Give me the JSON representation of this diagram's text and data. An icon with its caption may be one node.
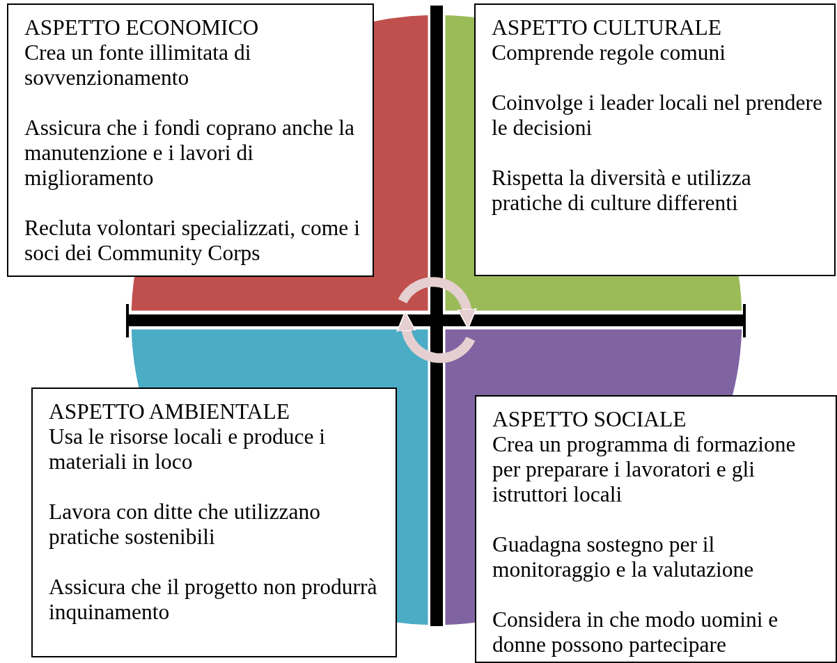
{
  "diagram": {
    "nodes": [
      {
        "text": [
          "ASPETTO ECONOMICO",
          "Crea un fonte illimitata di sovvenzionamento",
          "Assicura che i fondi coprano anche la manutenzione e i lavori di miglioramento",
          "Recluta volontari specializzati, come i soci dei Community Corps"
        ]
      },
      {
        "text": [
          "ASPETTO CULTURALE",
          "Comprende  regole comuni",
          "Coinvolge i leader locali nel prendere le decisioni",
          "Rispetta la diversità e utilizza pratiche di culture differenti"
        ]
      },
      {
        "text": [
          "ASPETTO AMBIENTALE",
          "Usa le risorse locali e produce i materiali in loco",
          "Lavora con ditte che utilizzano pratiche sostenibili",
          "Assicura che il progetto non produrrà inquinamento"
        ]
      },
      {
        "text": [
          "ASPETTO SOCIALE",
          "Crea un programma di formazione per preparare i lavoratori e gli istruttori locali",
          "Guadagna sostegno per il monitoraggio e la valutazione",
          "Considera in che modo uomini e donne possono partecipare"
        ]
      }
    ]
  }
}
